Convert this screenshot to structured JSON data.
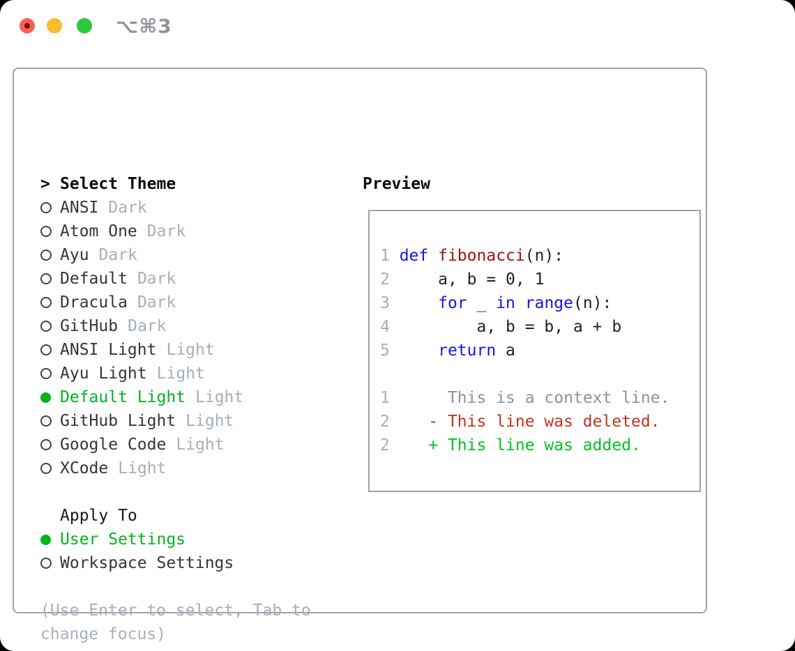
{
  "window": {
    "title": "⌥⌘3",
    "traffic_lights": [
      "close",
      "minimize",
      "zoom"
    ]
  },
  "colors": {
    "selected_green": "#00b41e",
    "added_green": "#00c31d",
    "deleted_red": "#c7331d",
    "keyword_blue": "#1616e0",
    "function_red": "#a31111",
    "muted_gray": "#a6afbc",
    "text_dark": "#30363e",
    "border_gray": "#9aa3af",
    "traffic_red": "#f7605a",
    "traffic_yellow": "#f9bc2f",
    "traffic_green": "#2bc840"
  },
  "theme_panel": {
    "header": {
      "prompt": ">",
      "label": "Select Theme"
    },
    "themes": [
      {
        "name": "ANSI",
        "variant": "Dark",
        "selected": false
      },
      {
        "name": "Atom One",
        "variant": "Dark",
        "selected": false
      },
      {
        "name": "Ayu",
        "variant": "Dark",
        "selected": false
      },
      {
        "name": "Default",
        "variant": "Dark",
        "selected": false
      },
      {
        "name": "Dracula",
        "variant": "Dark",
        "selected": false
      },
      {
        "name": "GitHub",
        "variant": "Dark",
        "selected": false
      },
      {
        "name": "ANSI Light",
        "variant": "Light",
        "selected": false
      },
      {
        "name": "Ayu Light",
        "variant": "Light",
        "selected": false
      },
      {
        "name": "Default Light",
        "variant": "Light",
        "selected": true
      },
      {
        "name": "GitHub Light",
        "variant": "Light",
        "selected": false
      },
      {
        "name": "Google Code",
        "variant": "Light",
        "selected": false
      },
      {
        "name": "XCode",
        "variant": "Light",
        "selected": false
      }
    ],
    "apply_to": {
      "label": "Apply To",
      "options": [
        {
          "label": "User Settings",
          "selected": true
        },
        {
          "label": "Workspace Settings",
          "selected": false
        }
      ]
    },
    "help": {
      "line1": "(Use Enter to select, Tab to",
      "line2": "change focus)"
    }
  },
  "preview": {
    "label": "Preview",
    "code_lines": [
      {
        "tokens": [
          {
            "t": "1 ",
            "s": "num"
          },
          {
            "t": "def",
            "s": "kw"
          },
          {
            "t": " ",
            "s": "plain"
          },
          {
            "t": "fibonacci",
            "s": "fn"
          },
          {
            "t": "(n):",
            "s": "plain"
          }
        ]
      },
      {
        "tokens": [
          {
            "t": "2 ",
            "s": "num"
          },
          {
            "t": "    a, b = 0, 1",
            "s": "plain"
          }
        ]
      },
      {
        "tokens": [
          {
            "t": "3 ",
            "s": "num"
          },
          {
            "t": "    ",
            "s": "plain"
          },
          {
            "t": "for",
            "s": "kw"
          },
          {
            "t": " _ ",
            "s": "plain"
          },
          {
            "t": "in",
            "s": "kw"
          },
          {
            "t": " ",
            "s": "plain"
          },
          {
            "t": "range",
            "s": "kw"
          },
          {
            "t": "(n):",
            "s": "plain"
          }
        ]
      },
      {
        "tokens": [
          {
            "t": "4 ",
            "s": "num"
          },
          {
            "t": "        a, b = b, a + b",
            "s": "plain"
          }
        ]
      },
      {
        "tokens": [
          {
            "t": "5 ",
            "s": "num"
          },
          {
            "t": "    ",
            "s": "plain"
          },
          {
            "t": "return",
            "s": "kw"
          },
          {
            "t": " a",
            "s": "plain"
          }
        ]
      }
    ],
    "diff_lines": [
      {
        "tokens": [
          {
            "t": "1",
            "s": "num"
          },
          {
            "t": "      ",
            "s": "plain"
          },
          {
            "t": "This is a context line.",
            "s": "ctx"
          }
        ]
      },
      {
        "tokens": [
          {
            "t": "2",
            "s": "num"
          },
          {
            "t": "    ",
            "s": "plain"
          },
          {
            "t": "- This line was deleted.",
            "s": "del"
          }
        ]
      },
      {
        "tokens": [
          {
            "t": "2",
            "s": "num"
          },
          {
            "t": "    ",
            "s": "plain"
          },
          {
            "t": "+ This line was added.",
            "s": "add"
          }
        ]
      }
    ]
  }
}
